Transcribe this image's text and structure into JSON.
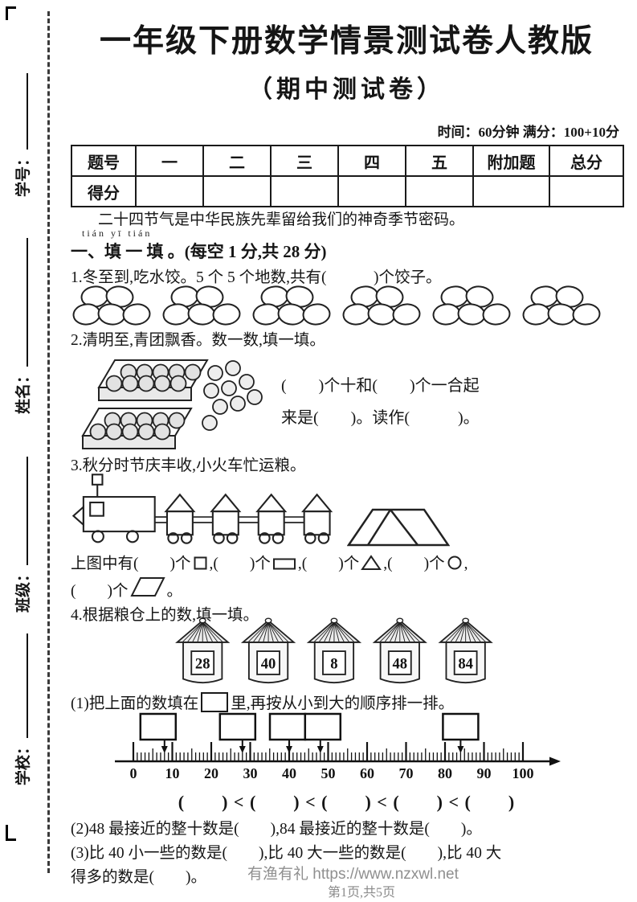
{
  "page": {
    "title": "一年级下册数学情景测试卷人教版",
    "subtitle": "（期中测试卷）",
    "meta": "时间：60分钟  满分：100+10分"
  },
  "sidebar": {
    "fields": [
      {
        "label": "学号："
      },
      {
        "label": "姓名："
      },
      {
        "label": "班级："
      },
      {
        "label": "学校："
      }
    ]
  },
  "score_table": {
    "headers": [
      "题号",
      "一",
      "二",
      "三",
      "四",
      "五",
      "附加题",
      "总分"
    ],
    "score_row_label": "得分"
  },
  "intro_text": "二十四节气是中华民族先辈留给我们的神奇季节密码。",
  "section_one": {
    "pinyin": "tián yī tián",
    "heading": "一、填 一 填 。(每空 1 分,共 28 分)",
    "q1": {
      "text": "1.冬至到,吃水饺。5 个 5 个地数,共有(　　　)个饺子。",
      "dumpling_groups": 6,
      "dumplings_per_group": 5
    },
    "q2": {
      "text": "2.清明至,青团飘香。数一数,填一填。",
      "fill_line1": "(　　)个十和(　　)个一合起",
      "fill_line2": "来是(　　)。读作(　　　)。",
      "tray_count": 2,
      "buns_per_tray": 10,
      "loose_buns": 9
    },
    "q3": {
      "text": "3.秋分时节庆丰收,小火车忙运粮。",
      "train_cars": 4,
      "fill1_a": "上图中有(　　)个",
      "fill1_b": ",(　　)个",
      "fill1_c": ",(　　)个",
      "fill1_d": ",(　　)个",
      "fill1_e": ",",
      "fill2_a": "(　　)个",
      "fill2_b": "。"
    },
    "q4": {
      "text": "4.根据粮仓上的数,填一填。",
      "silo_numbers": [
        28,
        40,
        8,
        48,
        84
      ],
      "sub1_before": "(1)把上面的数填在",
      "sub1_after": "里,再按从小到大的顺序排一排。",
      "compare_line": "(　　) < (　　) < (　　) < (　　) < (　　)",
      "sub2": "(2)48 最接近的整十数是(　　),84 最接近的整十数是(　　)。",
      "sub3_line1": "(3)比 40 小一些的数是(　　),比 40 大一些的数是(　　),比 40 大",
      "sub3_line2": "得多的数是(　　)。",
      "number_line": {
        "min": 0,
        "max": 100,
        "tick_step": 1,
        "label_step": 10,
        "labels": [
          "0",
          "10",
          "20",
          "30",
          "40",
          "50",
          "60",
          "70",
          "80",
          "90",
          "100"
        ],
        "arrow_values": [
          8,
          28,
          40,
          48,
          84
        ]
      }
    }
  },
  "footer": {
    "watermark": "有渔有礼 https://www.nzxwl.net",
    "page_info": "第1页,共5页"
  }
}
